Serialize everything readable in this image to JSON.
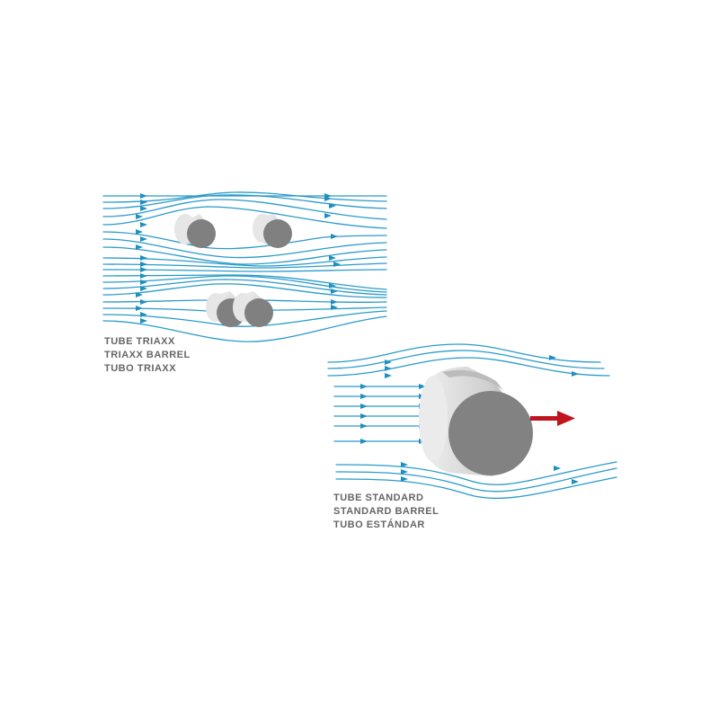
{
  "colors": {
    "flow_line": "#2a9bc9",
    "arrow": "#1f8fbe",
    "cylinder_face": "#7f7f7f",
    "cylinder_body_light": "#e8e8e8",
    "cylinder_body_dark": "#9a9a9a",
    "motion_arrow": "#c0141f",
    "caption_text": "#666666",
    "background": "#ffffff"
  },
  "triaxx_caption": {
    "line1": "TUBE TRIAXX",
    "line2": "TRIAXX BARREL",
    "line3": "TUBO TRIAXX"
  },
  "standard_caption": {
    "line1": "TUBE STANDARD",
    "line2": "STANDARD BARREL",
    "line3": "TUBO ESTÁNDAR"
  }
}
